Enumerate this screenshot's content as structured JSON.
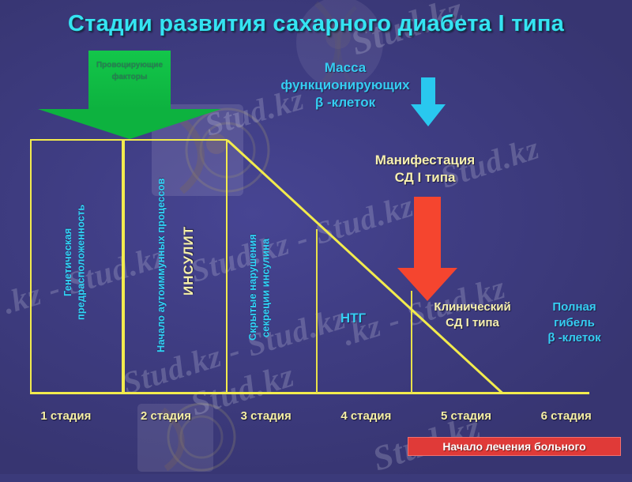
{
  "slide": {
    "title": "Стадии развития сахарного диабета I типа",
    "background_color": "#3f3d83"
  },
  "green_arrow": {
    "label": "Провоцирующие факторы",
    "color": "#0db23f"
  },
  "cyan_arrow": {
    "name": "beta-cell-mass-down-arrow",
    "color": "#29c8ef"
  },
  "red_arrow": {
    "name": "manifestation-down-arrow",
    "color": "#f5452f"
  },
  "annotations": {
    "beta_cell_mass": "Масса\nфункционирующих\nβ -клеток",
    "beta_cell_mass_line1": "Масса",
    "beta_cell_mass_line2": "функционирующих",
    "beta_cell_mass_line3": "β -клеток",
    "manifestation_line1": "Манифестация",
    "manifestation_line2": "СД I типа",
    "clinical_line1": "Клинический",
    "clinical_line2": "СД I типа",
    "total_death_line1": "Полная",
    "total_death_line2": "гибель",
    "total_death_line3": "β -клеток",
    "igt": "НТГ"
  },
  "columns": [
    {
      "id": "col-1",
      "cyan_label": "Генетическая\nпредрасположенность",
      "cyan_line1": "Генетическая",
      "cyan_line2": "предрасположенность",
      "yellow_label": ""
    },
    {
      "id": "col-2",
      "cyan_label": "Начало аутоиммунных процессов",
      "cyan_line1": "Начало аутоиммунных процессов",
      "cyan_line2": "",
      "yellow_label": "ИНСУЛИТ"
    },
    {
      "id": "col-3",
      "cyan_label": "Скрытые нарушения\nсекреции инсулина",
      "cyan_line1": "Скрытые нарушения",
      "cyan_line2": "секреции инсулина",
      "yellow_label": ""
    }
  ],
  "stages": [
    {
      "label": "1 стадия"
    },
    {
      "label": "2 стадия"
    },
    {
      "label": "3 стадия"
    },
    {
      "label": "4 стадия"
    },
    {
      "label": "5 стадия"
    },
    {
      "label": "6 стадия"
    }
  ],
  "banner": {
    "text": "Начало лечения больного",
    "background_color": "#e03a38",
    "text_color": "#ffffff"
  },
  "watermarks": {
    "text_a": "Stud.kz",
    "text_b": "Stud.kz - Stud.kz",
    "text_c": ".kz - Stud.kz",
    "text_d": "Stud.kz"
  },
  "colors": {
    "chart_line": "#f2eb4d",
    "cyan_text": "#35cdf2",
    "yellow_text": "#f7f0b0",
    "title": "#35e4f2"
  }
}
